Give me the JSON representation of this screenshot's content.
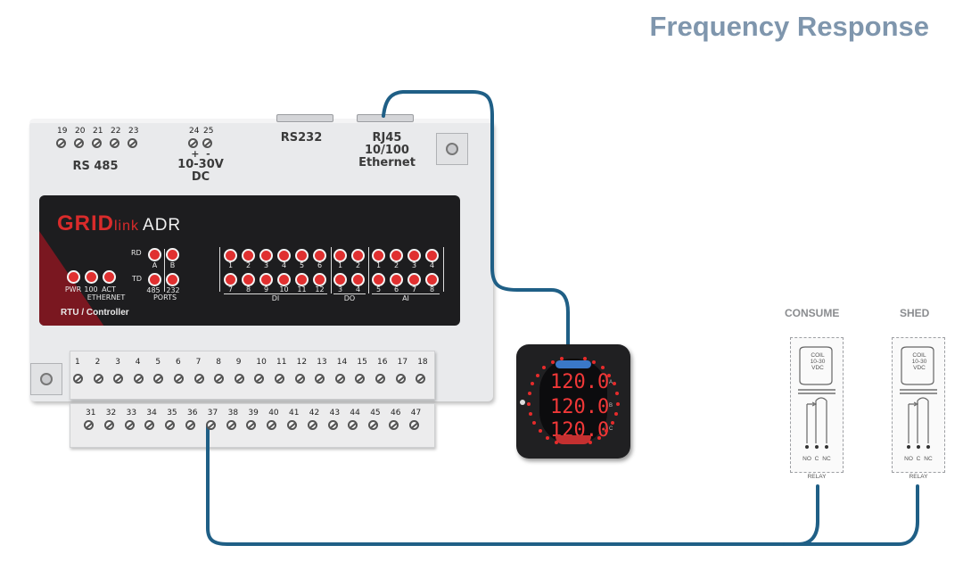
{
  "title": "Frequency Response",
  "controller": {
    "rs485_terminals": [
      "19",
      "20",
      "21",
      "22",
      "23"
    ],
    "rs485_label": "RS 485",
    "power_terminals": [
      "24",
      "25"
    ],
    "power_polarity": "+  -",
    "power_label": "10-30V\nDC",
    "rs232_label": "RS232",
    "rj45_label": "RJ45\n10/100\nEthernet",
    "brand": {
      "grid": "GRID",
      "link": "link",
      "model": "ADR"
    },
    "status_leds": [
      "PWR",
      "100",
      "ACT"
    ],
    "ethernet_label": "ETHERNET",
    "rd_label": "RD",
    "td_label": "TD",
    "port_a": "A",
    "port_b": "B",
    "port_485": "485",
    "port_232": "232",
    "ports_label": "PORTS",
    "di_top": [
      "1",
      "2",
      "3",
      "4",
      "5",
      "6"
    ],
    "di_bottom": [
      "7",
      "8",
      "9",
      "10",
      "11",
      "12"
    ],
    "di_label": "DI",
    "do_top": [
      "1",
      "2"
    ],
    "do_bottom": [
      "3",
      "4"
    ],
    "do_label": "DO",
    "ai_top": [
      "1",
      "2",
      "3",
      "4"
    ],
    "ai_bottom": [
      "5",
      "6",
      "7",
      "8"
    ],
    "ai_label": "AI",
    "rtu_label": "RTU / Controller",
    "upper_terminals": [
      "1",
      "2",
      "3",
      "4",
      "5",
      "6",
      "7",
      "8",
      "9",
      "10",
      "11",
      "12",
      "13",
      "14",
      "15",
      "16",
      "17",
      "18"
    ],
    "lower_terminals": [
      "31",
      "32",
      "33",
      "34",
      "35",
      "36",
      "37",
      "38",
      "39",
      "40",
      "41",
      "42",
      "43",
      "44",
      "45",
      "46",
      "47"
    ]
  },
  "meter": {
    "readings": [
      "120.0",
      "120.0",
      "120.0"
    ],
    "phases": [
      "A",
      "B",
      "C"
    ]
  },
  "relays": [
    {
      "title": "CONSUME",
      "coil": "COIL\n10-30\nVDC",
      "contacts": [
        "NO",
        "C",
        "NC"
      ],
      "label": "RELAY"
    },
    {
      "title": "SHED",
      "coil": "COIL\n10-30\nVDC",
      "contacts": [
        "NO",
        "C",
        "NC"
      ],
      "label": "RELAY"
    }
  ],
  "colors": {
    "wire": "#1f5f86",
    "title": "#7f96ad",
    "led": "#e03030",
    "panel": "#1d1d1f"
  }
}
